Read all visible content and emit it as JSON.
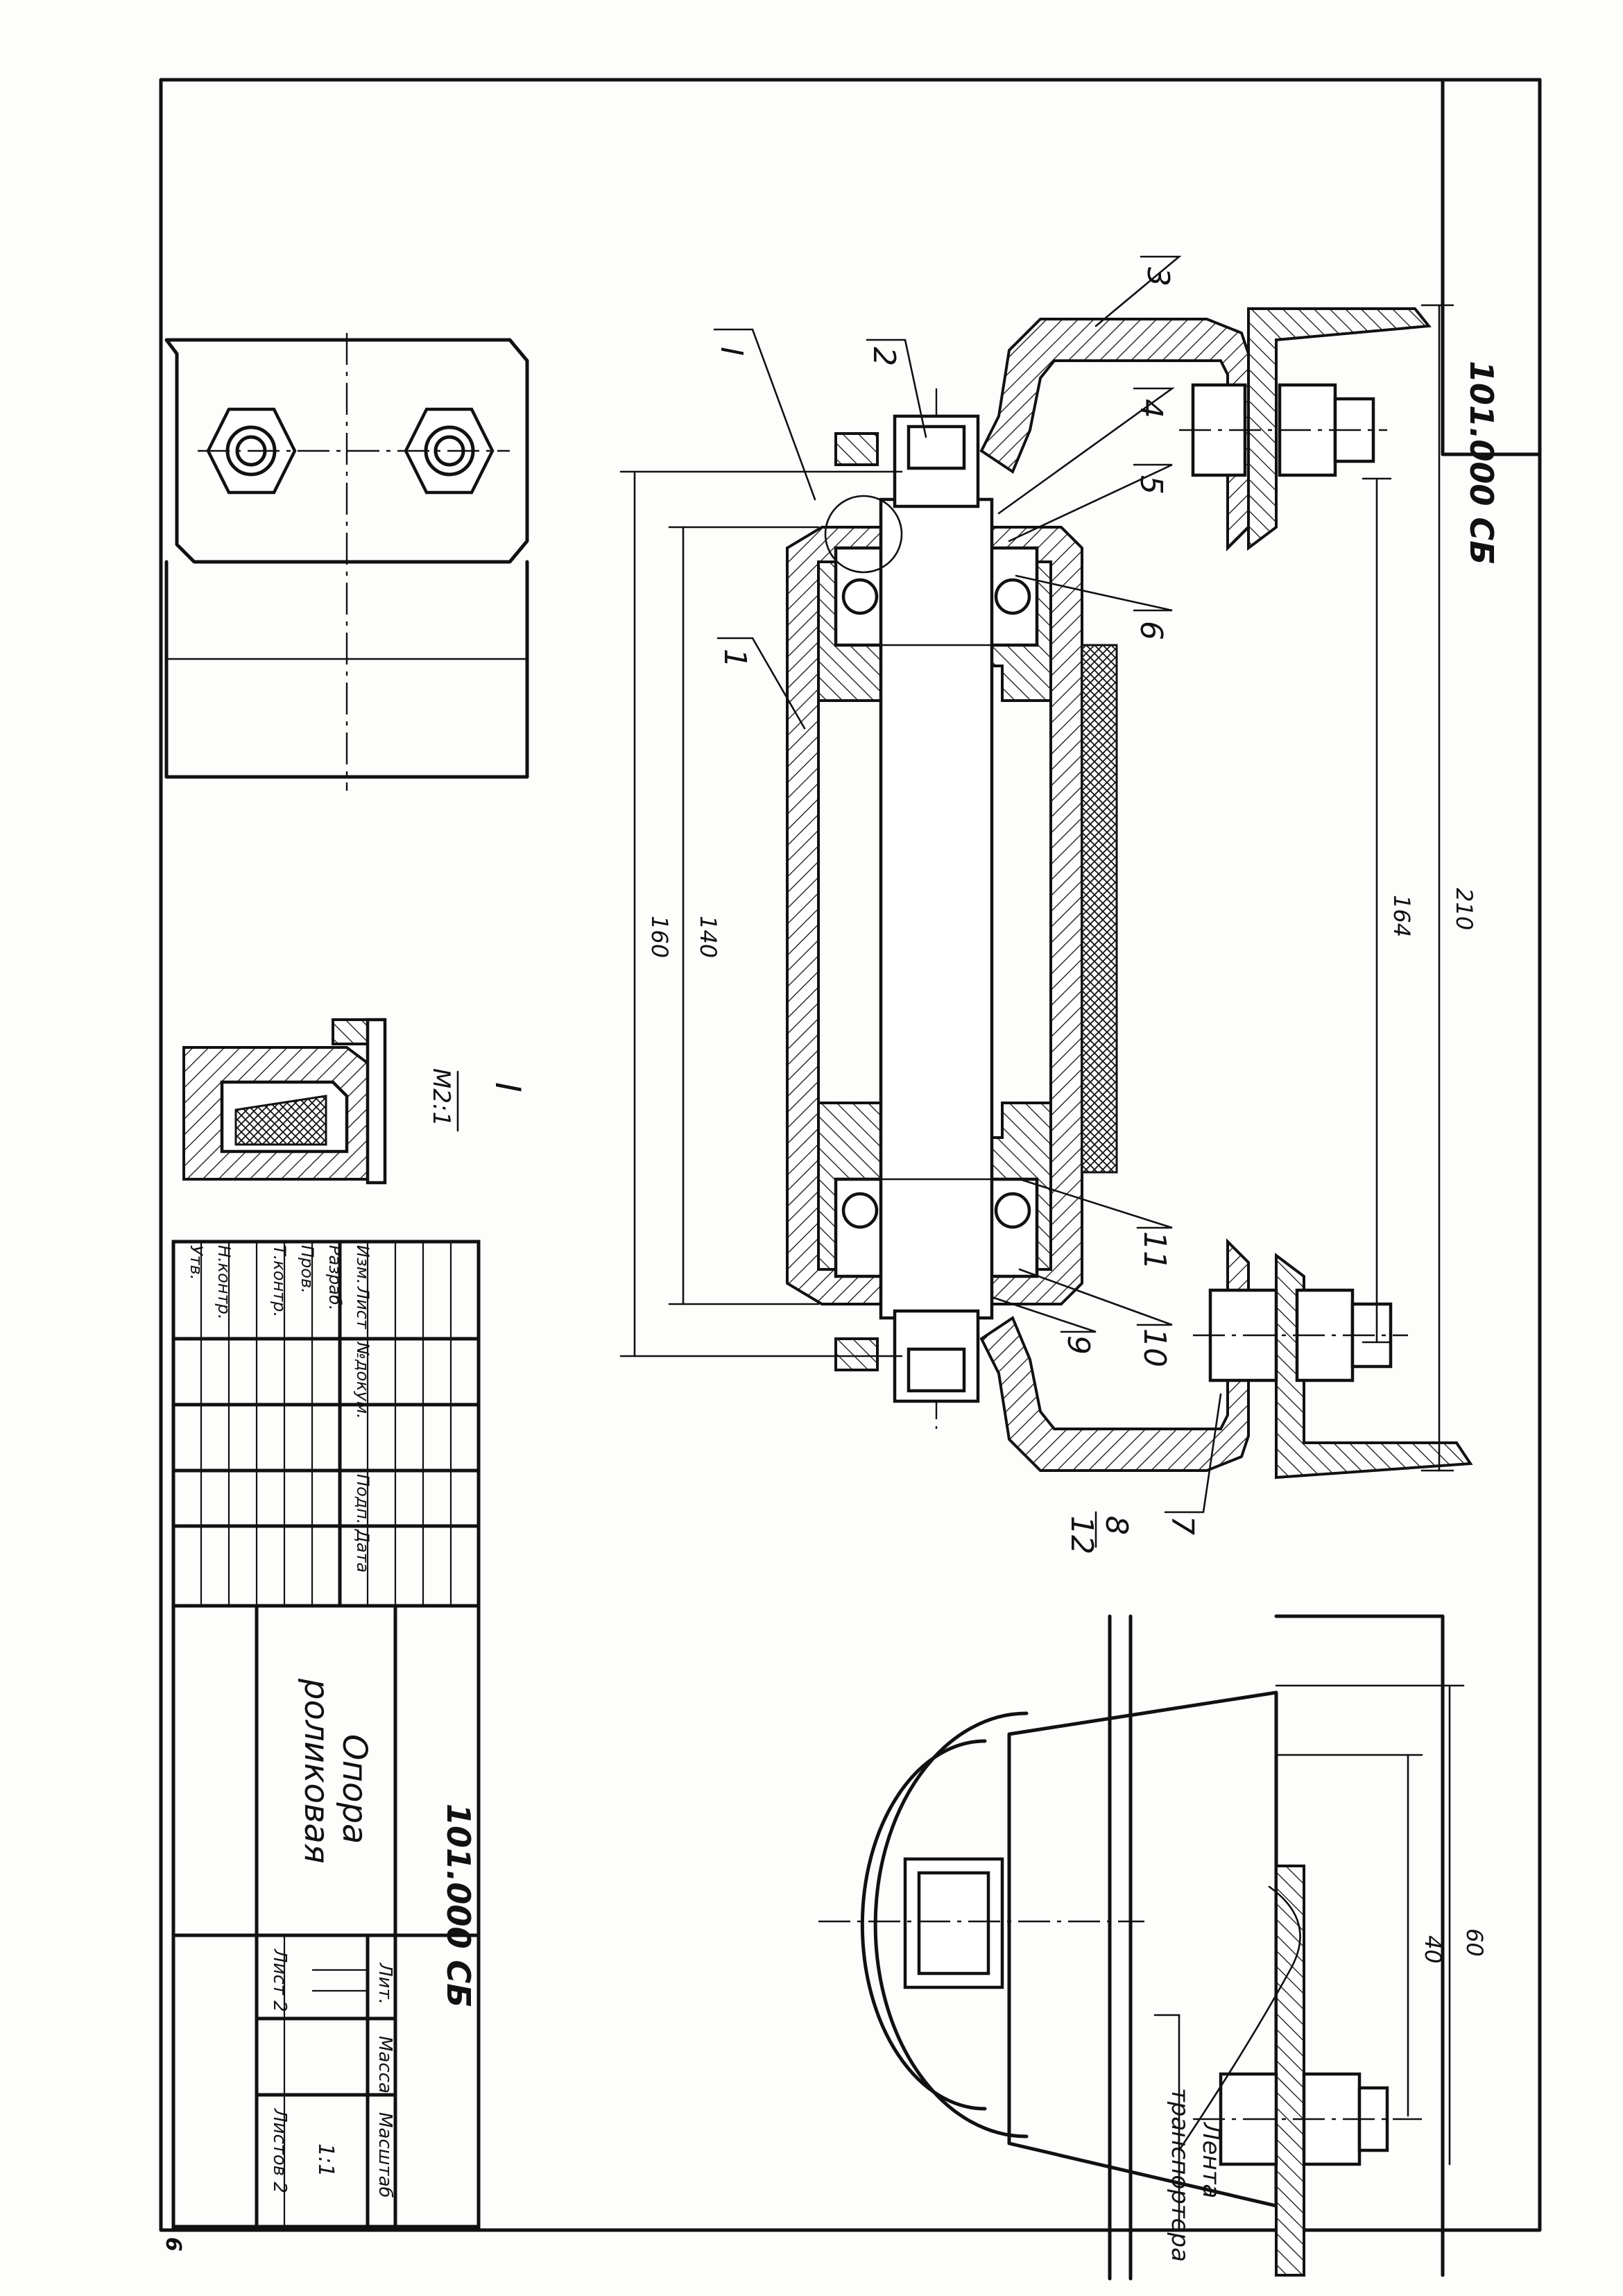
{
  "drawing": {
    "code": "101.000 СБ",
    "corner_code": "101.000 СБ",
    "title_line1": "Опора",
    "title_line2": "роликовая",
    "page_number": "6"
  },
  "callouts": {
    "p1": "1",
    "p2": "2",
    "p3": "3",
    "p4": "4",
    "p5": "5",
    "p6": "6",
    "p7": "7",
    "p8": "8",
    "p9": "9",
    "p10": "10",
    "p11": "11",
    "p12": "12",
    "detail": "I"
  },
  "dimensions": {
    "d210": "210",
    "d164": "164",
    "d160": "160",
    "d140": "140",
    "d60": "60",
    "d40": "40"
  },
  "detail_view": {
    "label": "I",
    "scale": "М2:1"
  },
  "notes": {
    "belt_line1": "Лента",
    "belt_line2": "транспортера"
  },
  "title_block": {
    "col_headers": [
      "Изм.",
      "Лист",
      "№докум.",
      "Подп.",
      "Дата"
    ],
    "row_labels": [
      "Разраб.",
      "Пров.",
      "Т.контр.",
      "Н.контр.",
      "Утв."
    ],
    "lit_label": "Лит.",
    "mass_label": "Масса",
    "scale_label": "Масштаб",
    "scale_value": "1:1",
    "sheet_label": "Лист 2",
    "sheets_label": "Листов 2"
  },
  "colors": {
    "ink": "#111111",
    "paper": "#fdfdfb"
  }
}
